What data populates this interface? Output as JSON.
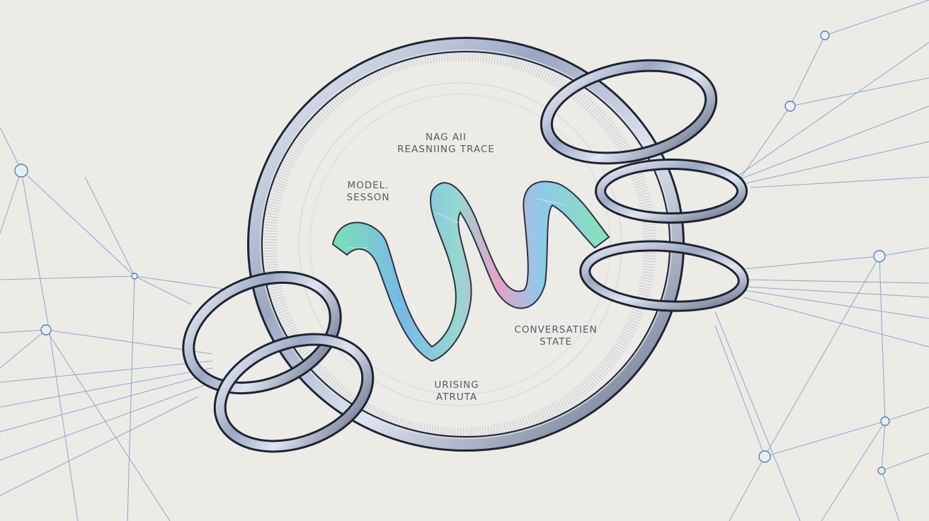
{
  "labels": {
    "top_line1": "NAG AII",
    "top_line2": "REASNIING TRACE",
    "left_line1": "MODEL.",
    "left_line2": "SESSON",
    "right_line1": "CONVERSATIEN",
    "right_line2": "STATE",
    "bottom_line1": "URISING",
    "bottom_line2": "ATRUTA"
  },
  "colors": {
    "background": "#ecebe6",
    "network_lines": "#7fa3cf",
    "ring_metal": "#8a97b0",
    "ring_outline": "#1e2433",
    "ribbon_green": "#6fd9a8",
    "ribbon_blue": "#6aa7e0",
    "ribbon_pink": "#e58ac0"
  }
}
